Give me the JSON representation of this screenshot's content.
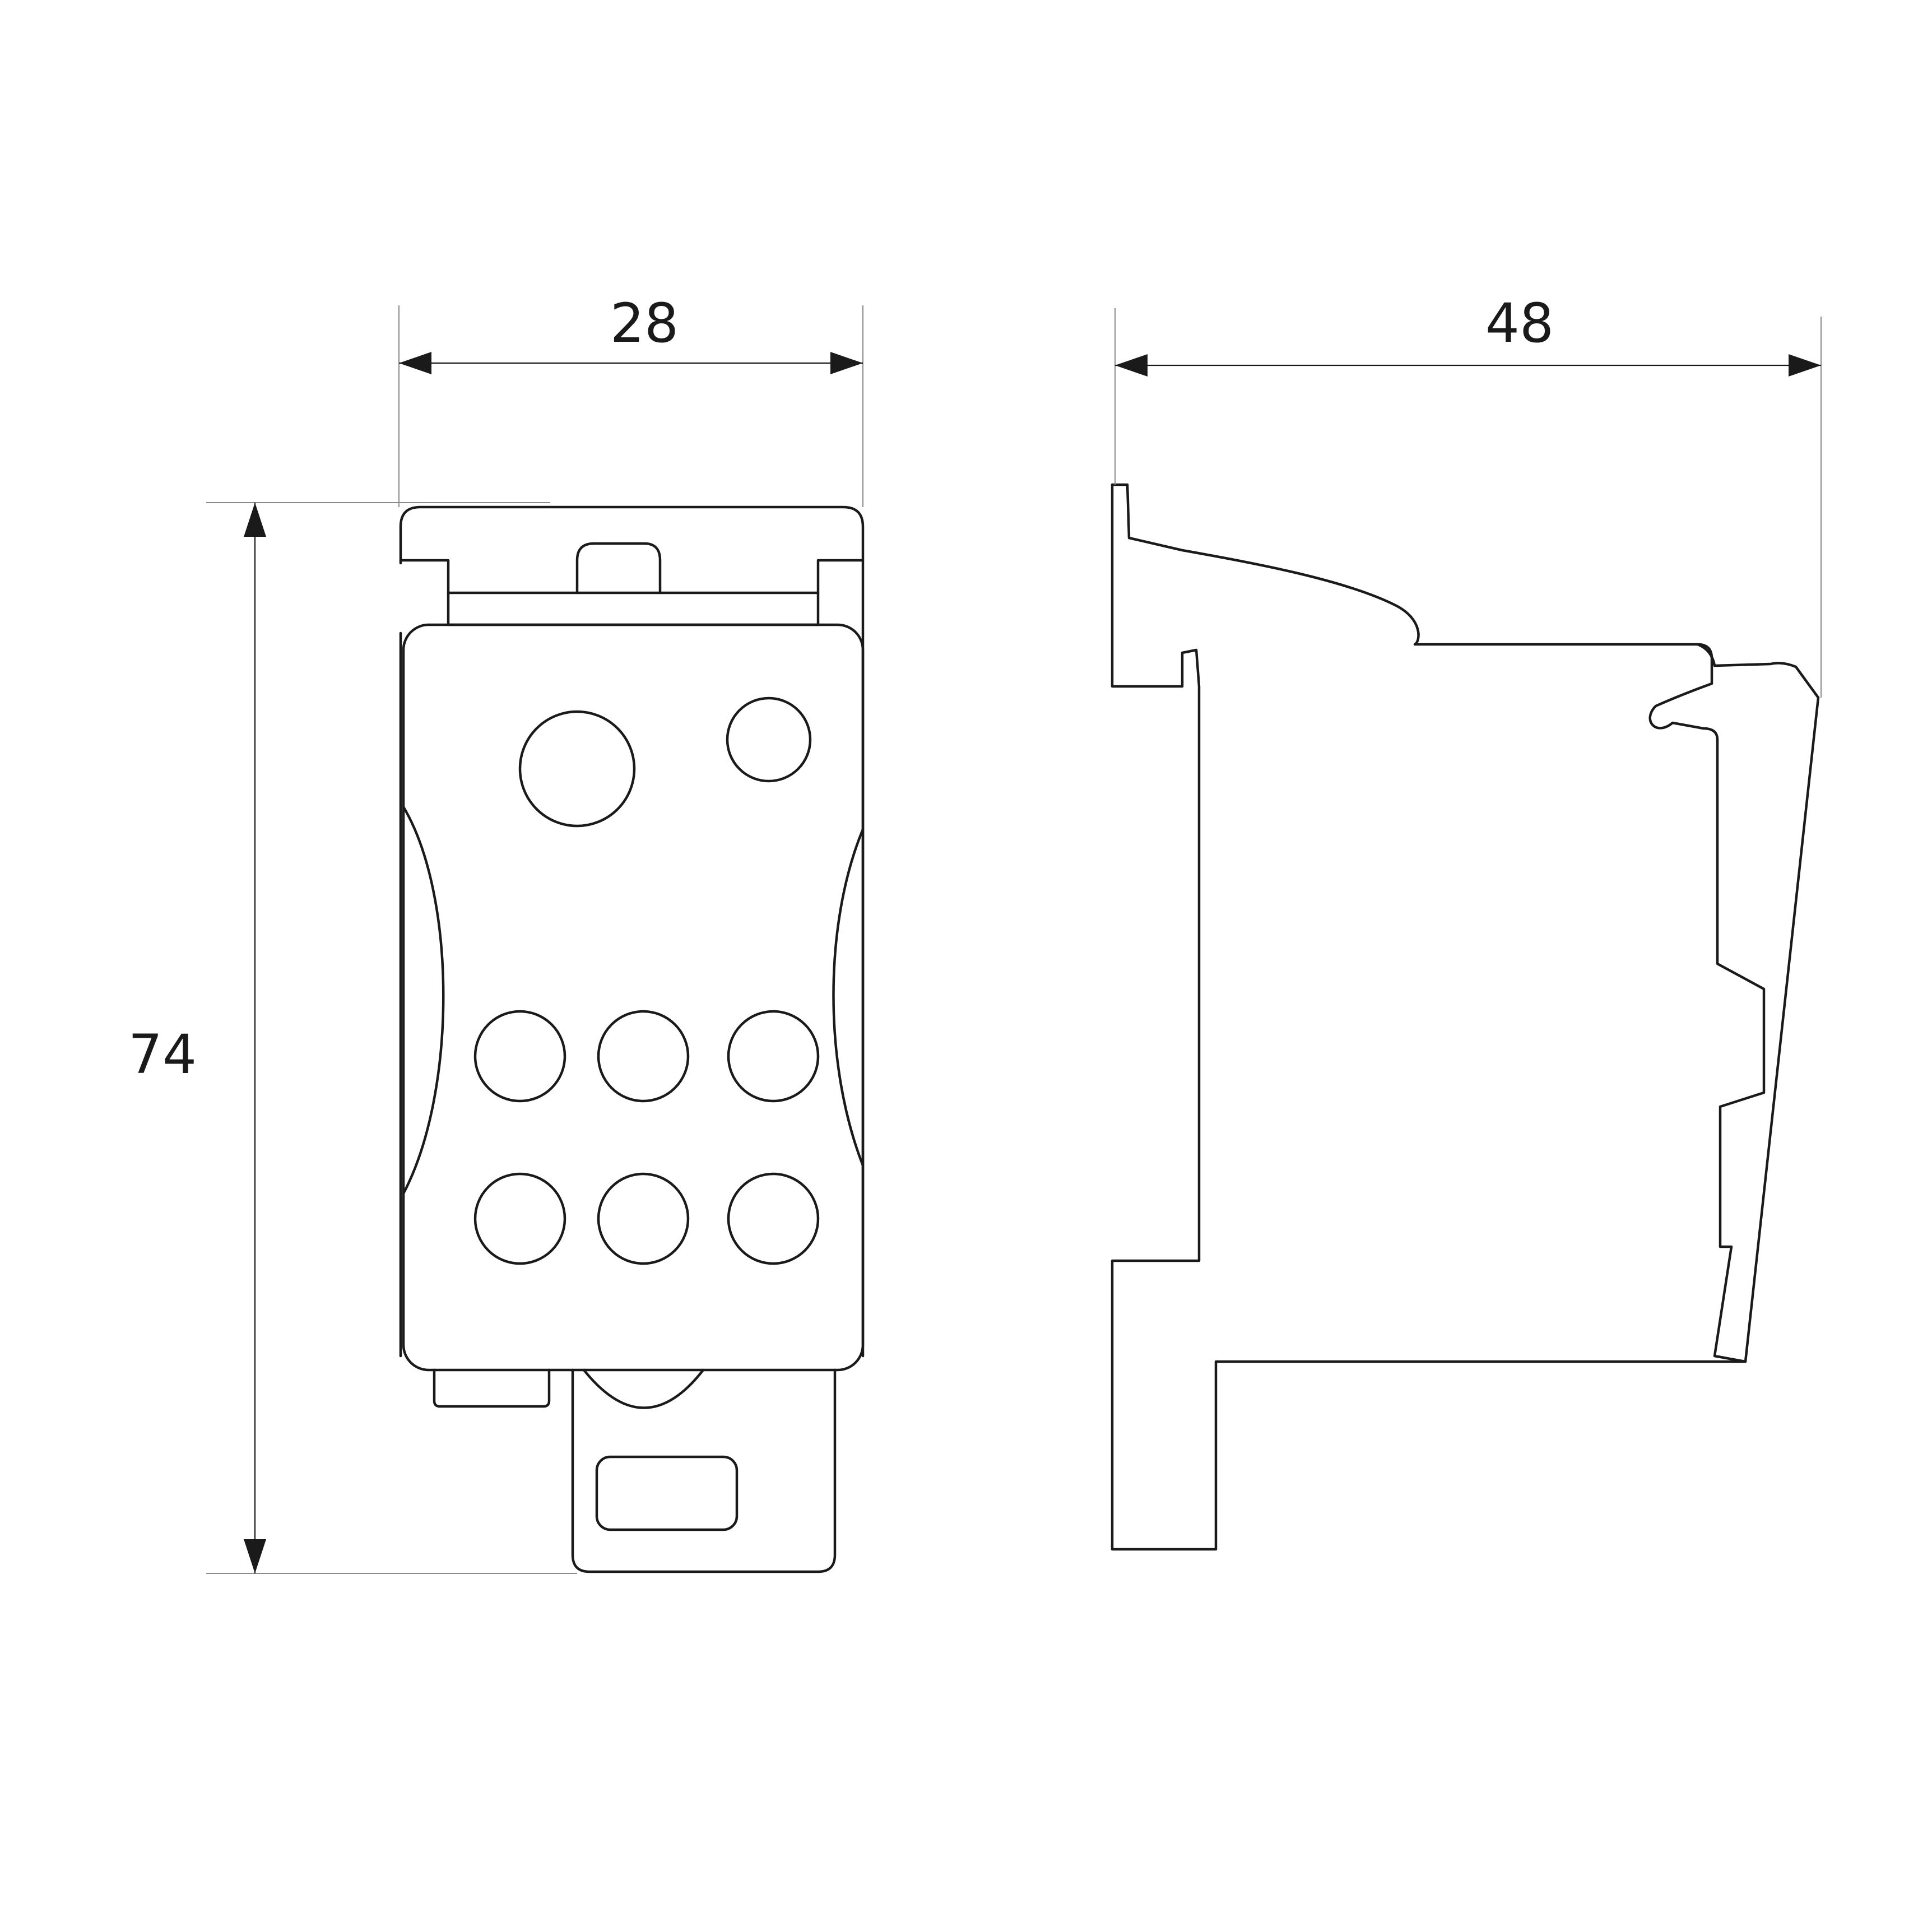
{
  "dimensions": {
    "width_label": "28",
    "depth_label": "48",
    "height_label": "74"
  },
  "colors": {
    "line": "#1a1a1a",
    "extension_line": "#8a8a8a",
    "background": "#ffffff"
  }
}
